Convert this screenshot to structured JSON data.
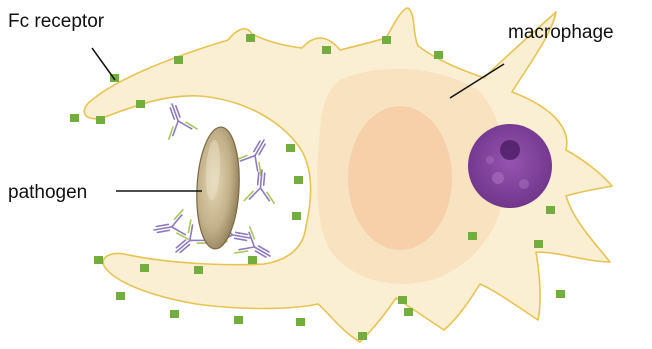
{
  "labels": {
    "fc_receptor": "Fc receptor",
    "macrophage": "macrophage",
    "pathogen": "pathogen"
  },
  "colors": {
    "cell_fill": "#FBEFD3",
    "cell_outline": "#E8C352",
    "cell_inner": "#F7DDB8",
    "nucleus": "#F4CFA6",
    "vesicle": "#7E3E9A",
    "vesicle_dark": "#4E1E68",
    "receptor": "#72AE3E",
    "antibody_heavy": "#8E7ABD",
    "antibody_light": "#A8C85A",
    "pathogen": "#C8B78E",
    "leader": "#111111"
  },
  "icons": {
    "receptor": "fc-receptor-square",
    "antibody": "y-shaped-antibody"
  }
}
